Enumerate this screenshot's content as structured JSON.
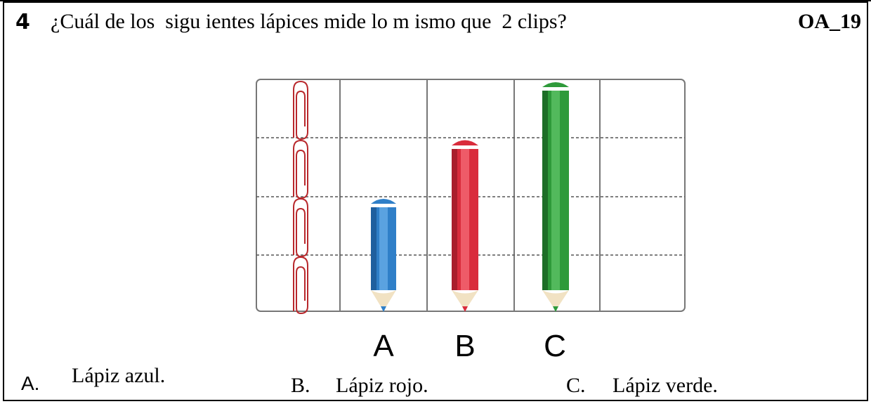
{
  "question": {
    "number": "4",
    "text": "¿Cuál de los  sigu ientes lápices mide lo m ismo que  2 clips?",
    "code": "OA_19"
  },
  "figure": {
    "pencil_labels": [
      "A",
      "B",
      "C"
    ],
    "pencils": [
      {
        "label": "A",
        "color": "blue",
        "length_in_clips": 2
      },
      {
        "label": "B",
        "color": "red",
        "length_in_clips": 3
      },
      {
        "label": "C",
        "color": "green",
        "length_in_clips": 4
      }
    ],
    "clip_count": 4,
    "colors": {
      "blue": "#2f7fc8",
      "red": "#d92c3c",
      "green": "#2e9a3a",
      "clip": "#b8282c",
      "grid": "#777777"
    }
  },
  "options": [
    {
      "letter": "A.",
      "text": "Lápiz azul."
    },
    {
      "letter": "B.",
      "text": "Lápiz rojo."
    },
    {
      "letter": "C.",
      "text": "Lápiz verde."
    }
  ]
}
